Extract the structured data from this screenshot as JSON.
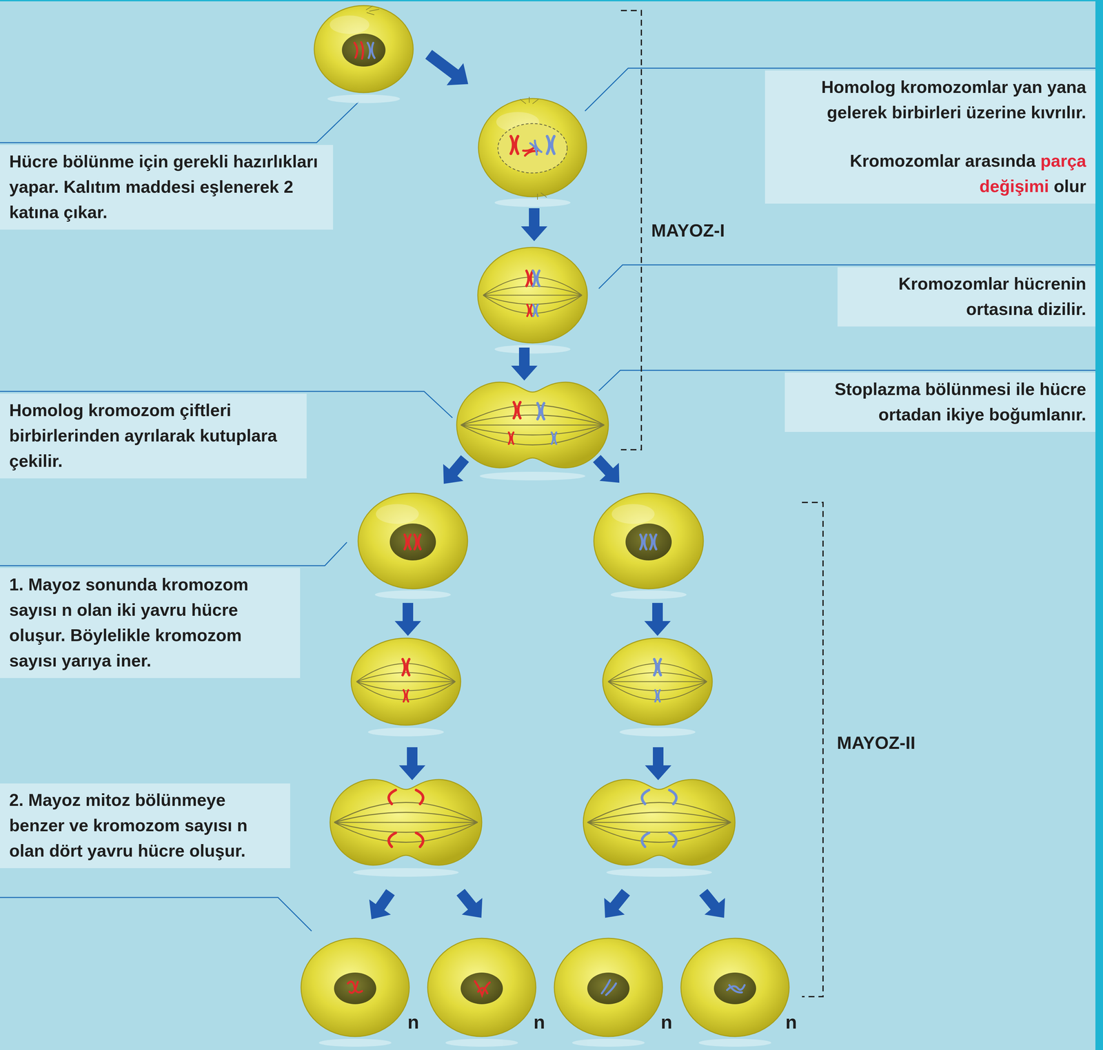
{
  "diagram": {
    "nodes": [
      {
        "text": [
          "Hücre bölünme için gerekli hazırlıkları yapar. Kalıtım maddesi eşlenerek 2 katına çıkar."
        ]
      },
      {
        "text": [
          "Homolog kromozomlar yan yana gelerek birbirleri üzerine kıvrılır.",
          "Kromozomlar arasında",
          "parça değişimi",
          "olur"
        ]
      },
      {
        "text": [
          "Kromozomlar hücrenin ortasına dizilir."
        ]
      },
      {
        "text": [
          "Homolog kromozom çiftleri birbirlerinden ayrılarak kutuplara çekilir."
        ]
      },
      {
        "text": [
          "Stoplazma bölünmesi ile hücre ortadan ikiye boğumlanır."
        ]
      },
      {
        "text": [
          "1. Mayoz sonunda kromozom sayısı n olan iki yavru hücre oluşur. Böylelikle kromozom sayısı yarıya iner."
        ]
      },
      {
        "text": [
          "2. Mayoz mitoz bölünmeye benzer ve kromozom sayısı n olan dört yavru hücre oluşur."
        ]
      }
    ],
    "labels": [
      "MAYOZ-I",
      "MAYOZ-II",
      "n",
      "n",
      "n",
      "n"
    ]
  }
}
